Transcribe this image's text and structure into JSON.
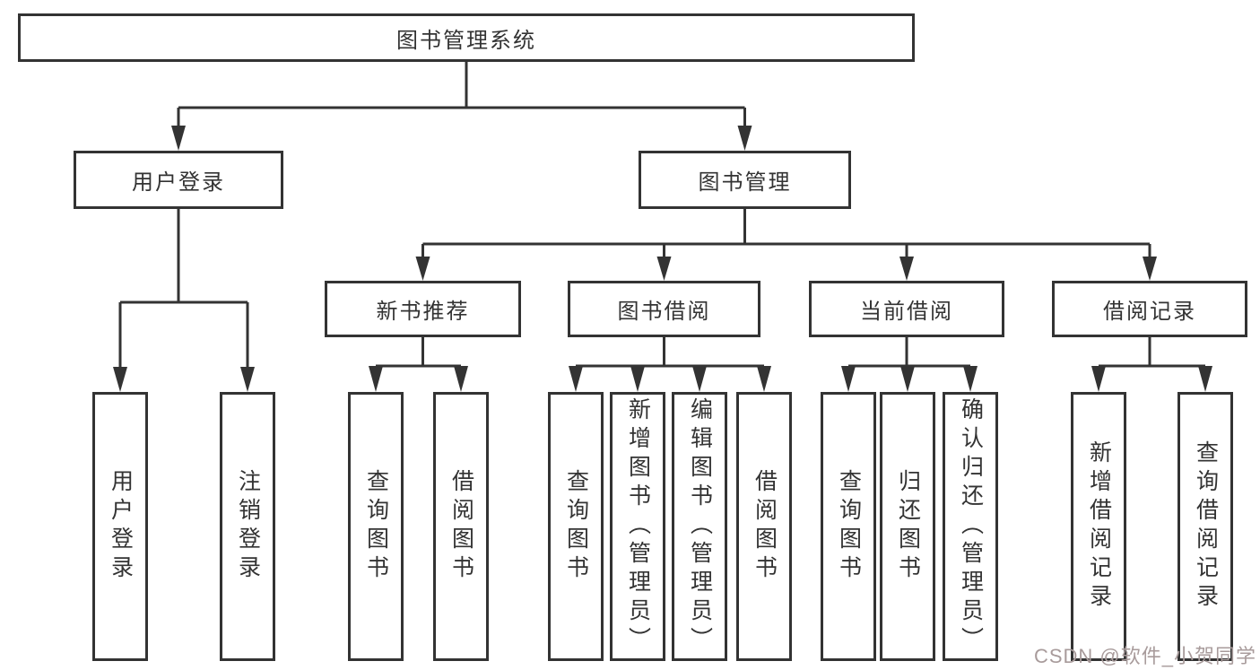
{
  "colors": {
    "line": "#333333",
    "text": "#333333",
    "box_background": "#ffffff",
    "page_background": "#ffffff",
    "watermark": "#a89b9b"
  },
  "tree": {
    "root": {
      "label": "图书管理系统",
      "children": [
        {
          "label": "用户登录",
          "children": [
            {
              "label": "用户登录"
            },
            {
              "label": "注销登录"
            }
          ]
        },
        {
          "label": "图书管理",
          "children": [
            {
              "label": "新书推荐",
              "children": [
                {
                  "label": "查询图书"
                },
                {
                  "label": "借阅图书"
                }
              ]
            },
            {
              "label": "图书借阅",
              "children": [
                {
                  "label": "查询图书"
                },
                {
                  "label": "新增图书（管理员）"
                },
                {
                  "label": "编辑图书（管理员）"
                },
                {
                  "label": "借阅图书"
                }
              ]
            },
            {
              "label": "当前借阅",
              "children": [
                {
                  "label": "查询图书"
                },
                {
                  "label": "归还图书"
                },
                {
                  "label": "确认归还（管理员）"
                }
              ]
            },
            {
              "label": "借阅记录",
              "children": [
                {
                  "label": "新增借阅记录"
                },
                {
                  "label": "查询借阅记录"
                }
              ]
            }
          ]
        }
      ]
    }
  },
  "watermark": {
    "text": "CSDN @软件_小贺同学"
  }
}
